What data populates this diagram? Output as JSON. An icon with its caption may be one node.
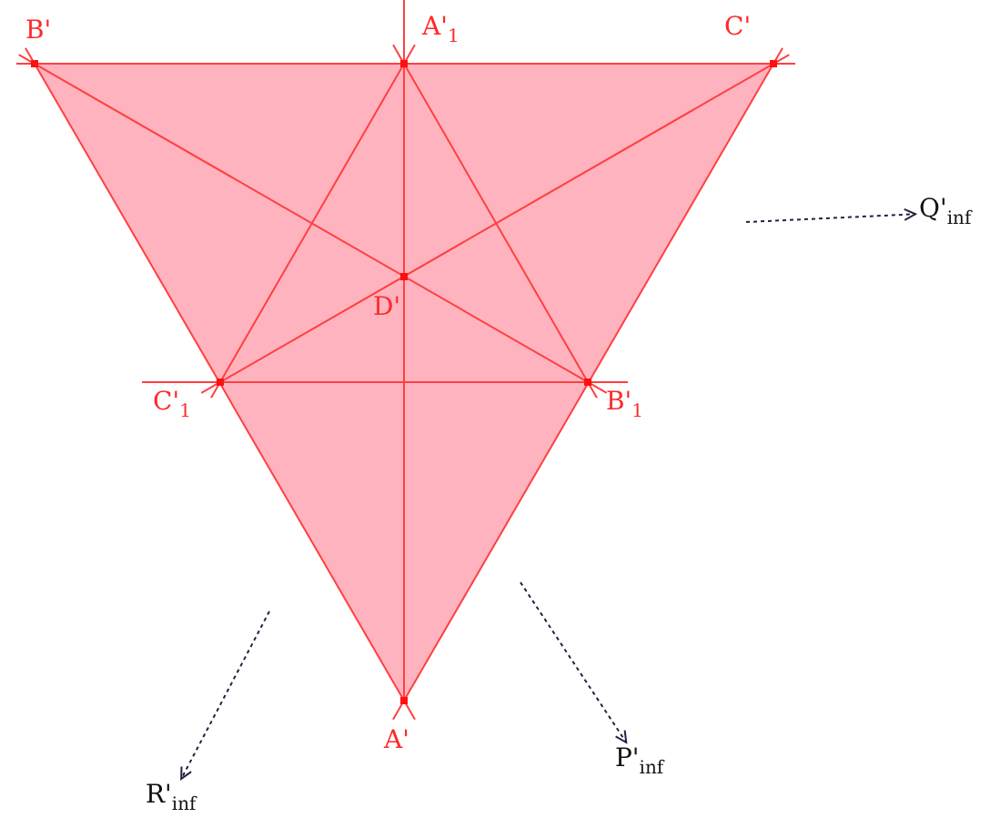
{
  "diagram": {
    "nodes": [
      {
        "text": [
          "Q'$_{inf}$"
        ]
      },
      {
        "text": [
          "P'$_{inf}$"
        ]
      },
      {
        "text": [
          "R'$_{inf}$"
        ]
      }
    ],
    "edges": [
      {
        "from": null,
        "to": 0,
        "arrow": "to",
        "style": "dashed"
      },
      {
        "from": null,
        "to": 1,
        "arrow": "to",
        "style": "dashed"
      },
      {
        "from": null,
        "to": 2,
        "arrow": "to",
        "style": "dashed"
      }
    ],
    "labels": [
      "B'",
      "A'$_{1}$",
      "C'",
      "D'",
      "C'$_{1}$",
      "B'$_{1}$",
      "A'"
    ]
  }
}
